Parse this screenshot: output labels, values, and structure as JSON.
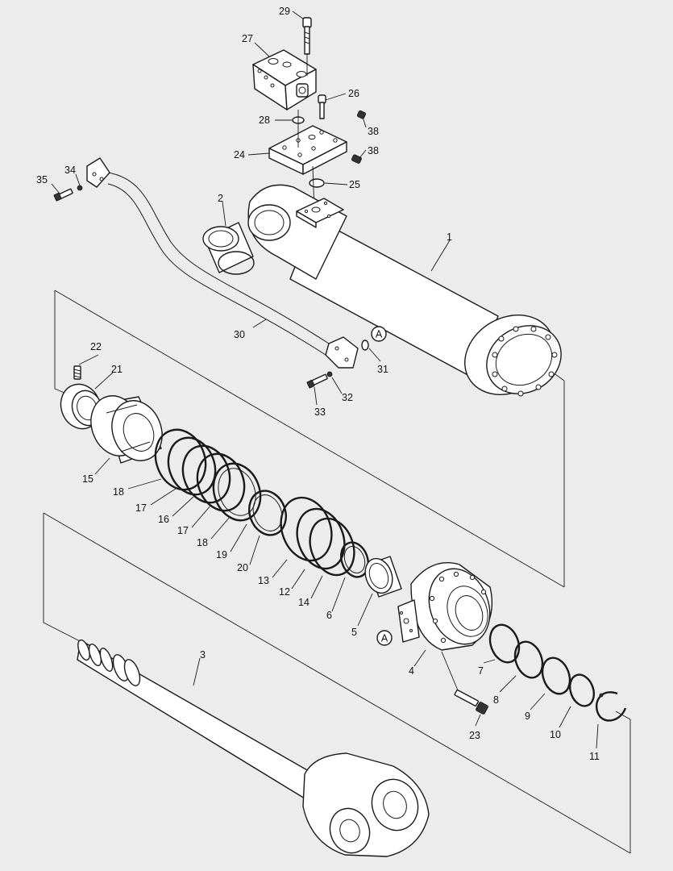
{
  "callouts": {
    "c1": "1",
    "c2": "2",
    "c3": "3",
    "c4": "4",
    "c5": "5",
    "c6": "6",
    "c7": "7",
    "c8": "8",
    "c9": "9",
    "c10": "10",
    "c11": "11",
    "c12": "12",
    "c13": "13",
    "c14": "14",
    "c15": "15",
    "c16": "16",
    "c17a": "17",
    "c17b": "17",
    "c18a": "18",
    "c18b": "18",
    "c19": "19",
    "c20": "20",
    "c21": "21",
    "c22": "22",
    "c23": "23",
    "c24": "24",
    "c25": "25",
    "c26": "26",
    "c27": "27",
    "c28": "28",
    "c29": "29",
    "c30": "30",
    "c31": "31",
    "c32": "32",
    "c33": "33",
    "c34": "34",
    "c35": "35",
    "c38a": "38",
    "c38b": "38"
  },
  "reference_marks": {
    "a1": "A",
    "a2": "A"
  }
}
